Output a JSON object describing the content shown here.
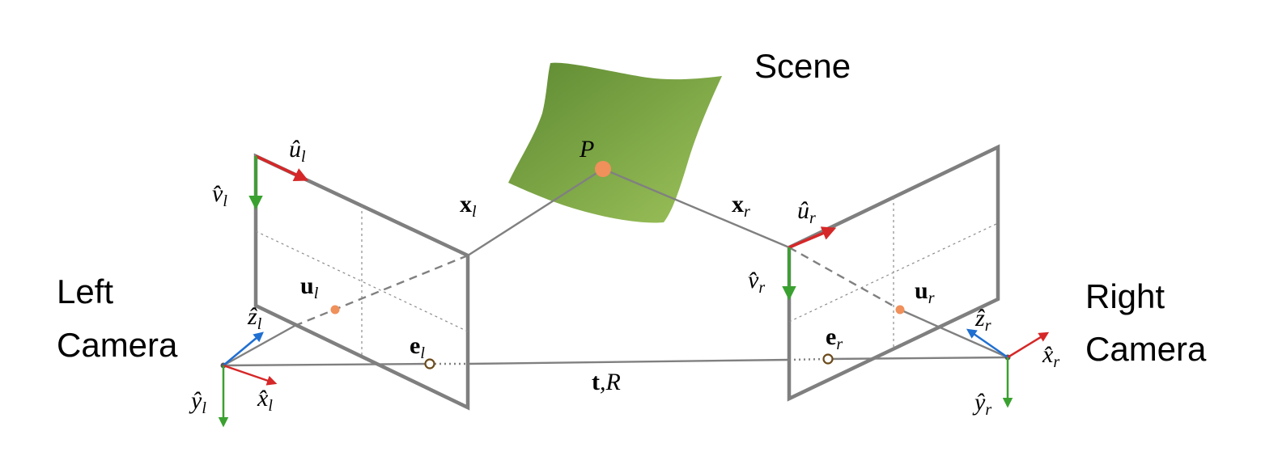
{
  "labels": {
    "scene": "Scene",
    "left_camera_line1": "Left",
    "left_camera_line2": "Camera",
    "right_camera_line1": "Right",
    "right_camera_line2": "Camera",
    "point_p": "P",
    "ray_left": "x",
    "ray_left_sub": "l",
    "ray_right": "x",
    "ray_right_sub": "r",
    "u_hat_l": "û",
    "u_hat_l_sub": "l",
    "v_hat_l": "v̂",
    "v_hat_l_sub": "l",
    "u_hat_r": "û",
    "u_hat_r_sub": "r",
    "v_hat_r": "v̂",
    "v_hat_r_sub": "r",
    "proj_left": "u",
    "proj_left_sub": "l",
    "proj_right": "u",
    "proj_right_sub": "r",
    "epipole_left": "e",
    "epipole_left_sub": "l",
    "epipole_right": "e",
    "epipole_right_sub": "r",
    "z_hat_l": "ẑ",
    "z_hat_l_sub": "l",
    "x_hat_l": "x̂",
    "x_hat_l_sub": "l",
    "y_hat_l": "ŷ",
    "y_hat_l_sub": "l",
    "z_hat_r": "ẑ",
    "z_hat_r_sub": "r",
    "x_hat_r": "x̂",
    "x_hat_r_sub": "r",
    "y_hat_r": "ŷ",
    "y_hat_r_sub": "r",
    "baseline_t": "t",
    "baseline_rest": ",R"
  },
  "colors": {
    "axis_x": "#d62728",
    "axis_y": "#3aa130",
    "axis_z": "#1f6fd1",
    "point": "#f0905a",
    "frame": "#7f7f7f",
    "ray": "#808080",
    "scene_light": "#9cc25a",
    "scene_dark": "#5e8a32",
    "epipole": "#6b4a1a"
  }
}
